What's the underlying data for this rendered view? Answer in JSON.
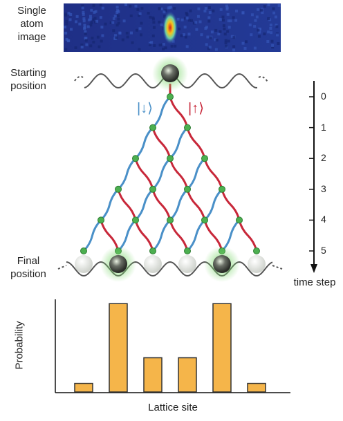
{
  "labels": {
    "single_atom_image": "Single\natom\nimage",
    "starting_position": "Starting\nposition",
    "final_position": "Final\nposition",
    "time_step": "time step",
    "spin_down": "|↓⟩",
    "spin_up": "|↑⟩"
  },
  "time_steps": [
    "0",
    "1",
    "2",
    "3",
    "4",
    "5"
  ],
  "colors": {
    "spin_down": "#4a90c8",
    "spin_up": "#c8283a",
    "node": "#4caf50",
    "bar_fill": "#f5b54a",
    "bar_stroke": "#333333",
    "wave": "#555555"
  },
  "final_atoms_bright": [
    false,
    true,
    false,
    false,
    true,
    false
  ],
  "chart_data": {
    "type": "bar",
    "categories": [
      "",
      "",
      "",
      "",
      "",
      ""
    ],
    "values": [
      0.03,
      0.31,
      0.12,
      0.12,
      0.31,
      0.03
    ],
    "ylim": [
      0,
      0.33
    ],
    "xlabel": "Lattice site",
    "ylabel": "Probability"
  }
}
